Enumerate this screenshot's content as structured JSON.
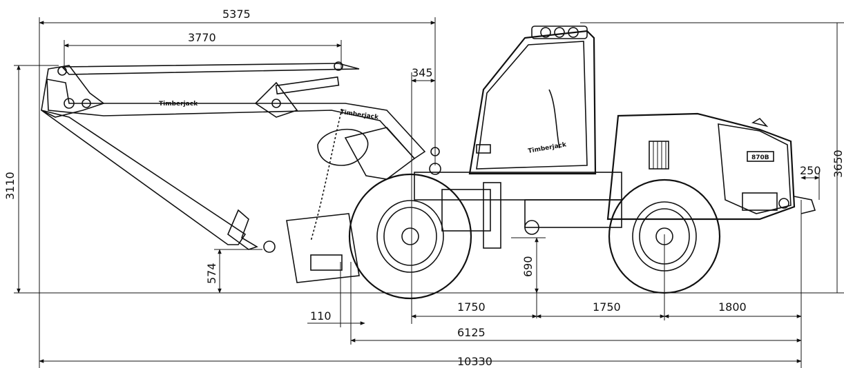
{
  "dimensions": {
    "overall_boom_length": "5375",
    "boom_reach": "3770",
    "offset_345": "345",
    "height_3110": "3110",
    "height_3650": "3650",
    "offset_250": "250",
    "height_574": "574",
    "height_690": "690",
    "offset_110": "110",
    "wheelbase_front": "1750",
    "wheelbase_rear": "1750",
    "rear_overhang": "1800",
    "length_6125": "6125",
    "overall_length": "10330"
  },
  "labels": {
    "boom_brand": "Timberjack",
    "arm_brand": "Timberjack",
    "cab_brand": "Timberjack",
    "model_plate": "870B"
  }
}
